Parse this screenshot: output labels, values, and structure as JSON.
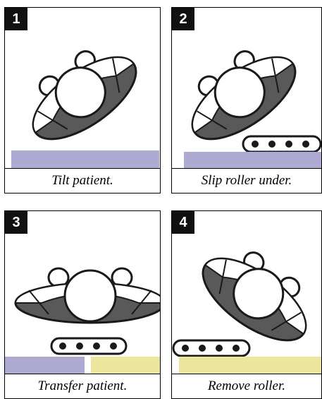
{
  "panels": [
    {
      "number": "1",
      "caption": "Tilt patient."
    },
    {
      "number": "2",
      "caption": "Slip roller under."
    },
    {
      "number": "3",
      "caption": "Transfer patient."
    },
    {
      "number": "4",
      "caption": "Remove roller."
    }
  ],
  "colors": {
    "bed": "#aeabd3",
    "stretcher": "#ede59e",
    "body_dark": "#595959",
    "outline": "#1a1a1a"
  }
}
